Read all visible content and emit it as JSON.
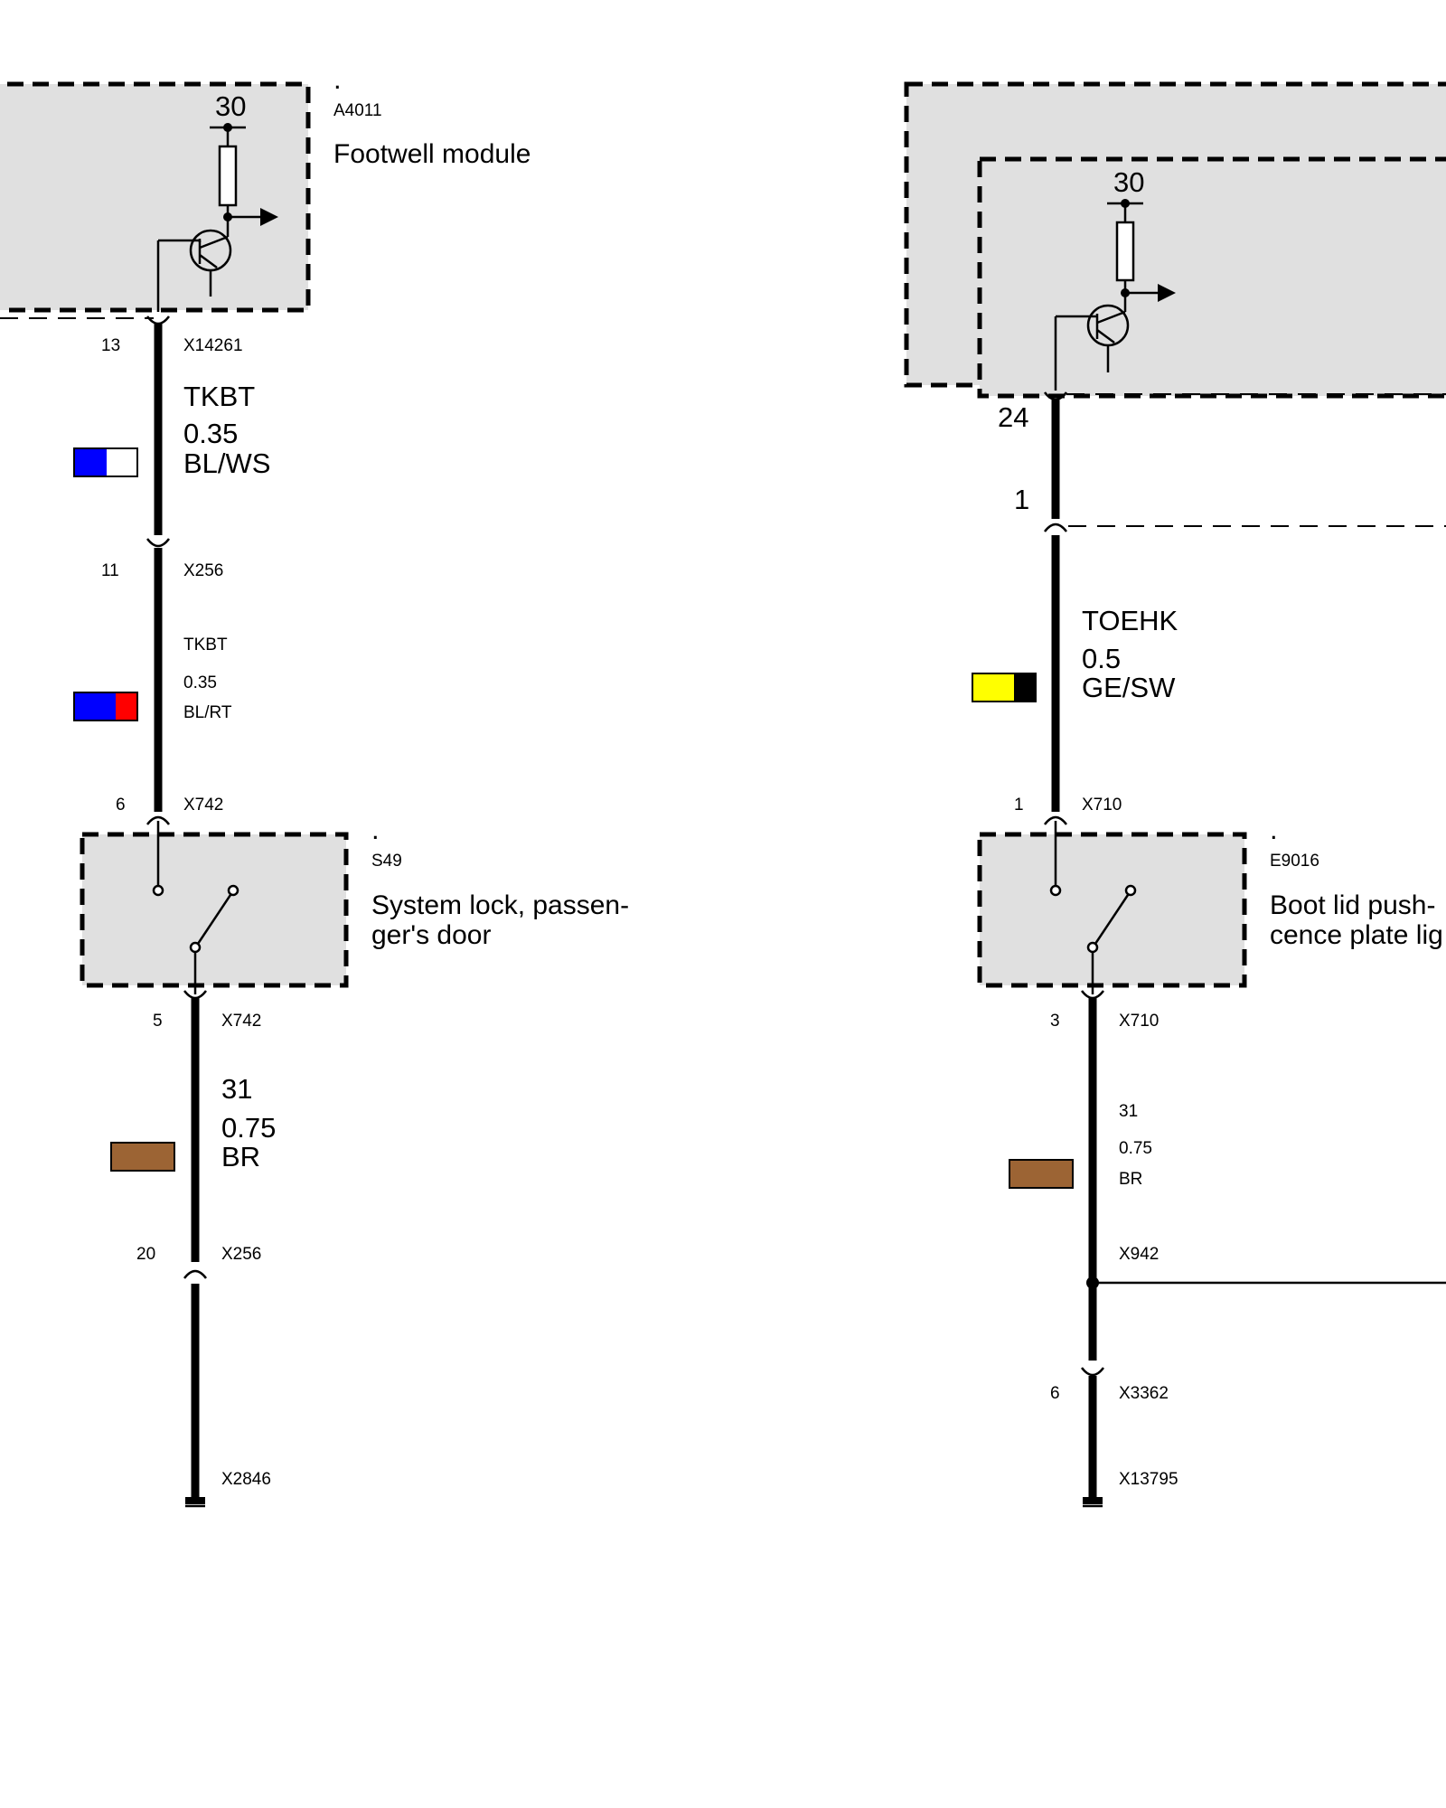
{
  "left": {
    "module": {
      "dot": ".",
      "code": "A4011",
      "name": "Footwell module",
      "terminal": "30"
    },
    "conn1": {
      "pin": "13",
      "id": "X14261"
    },
    "wire1": {
      "signal": "TKBT",
      "gauge": "0.35",
      "color": "BL/WS",
      "swatch": [
        "#0000ff",
        "#ffffff"
      ]
    },
    "conn2": {
      "pin": "11",
      "id": "X256"
    },
    "wire2": {
      "signal": "TKBT",
      "gauge": "0.35",
      "color": "BL/RT",
      "swatch": [
        "#0000ff",
        "#ff0000"
      ]
    },
    "conn3": {
      "pin": "6",
      "id": "X742"
    },
    "switch": {
      "dot": ".",
      "code": "S49",
      "name_line1": "System lock, passen-",
      "name_line2": "ger's door"
    },
    "conn4": {
      "pin": "5",
      "id": "X742"
    },
    "wire3": {
      "signal": "31",
      "gauge": "0.75",
      "color": "BR",
      "swatch": [
        "#9c6434"
      ]
    },
    "conn5": {
      "pin": "20",
      "id": "X256"
    },
    "ground": {
      "id": "X2846"
    }
  },
  "right": {
    "module": {
      "terminal": "30"
    },
    "conn1": {
      "pin": "24"
    },
    "conn2": {
      "pin": "1"
    },
    "wire1": {
      "signal": "TOEHK",
      "gauge": "0.5",
      "color": "GE/SW",
      "swatch": [
        "#ffff00",
        "#000000"
      ]
    },
    "conn3": {
      "pin": "1",
      "id": "X710"
    },
    "switch": {
      "dot": ".",
      "code": "E9016",
      "name_line1": "Boot lid push-",
      "name_line2": "cence plate lig"
    },
    "conn4": {
      "pin": "3",
      "id": "X710"
    },
    "wire2": {
      "signal": "31",
      "gauge": "0.75",
      "color": "BR",
      "swatch": [
        "#9c6434"
      ]
    },
    "splice": {
      "id": "X942"
    },
    "conn5": {
      "pin": "6",
      "id": "X3362"
    },
    "ground": {
      "id": "X13795"
    }
  }
}
